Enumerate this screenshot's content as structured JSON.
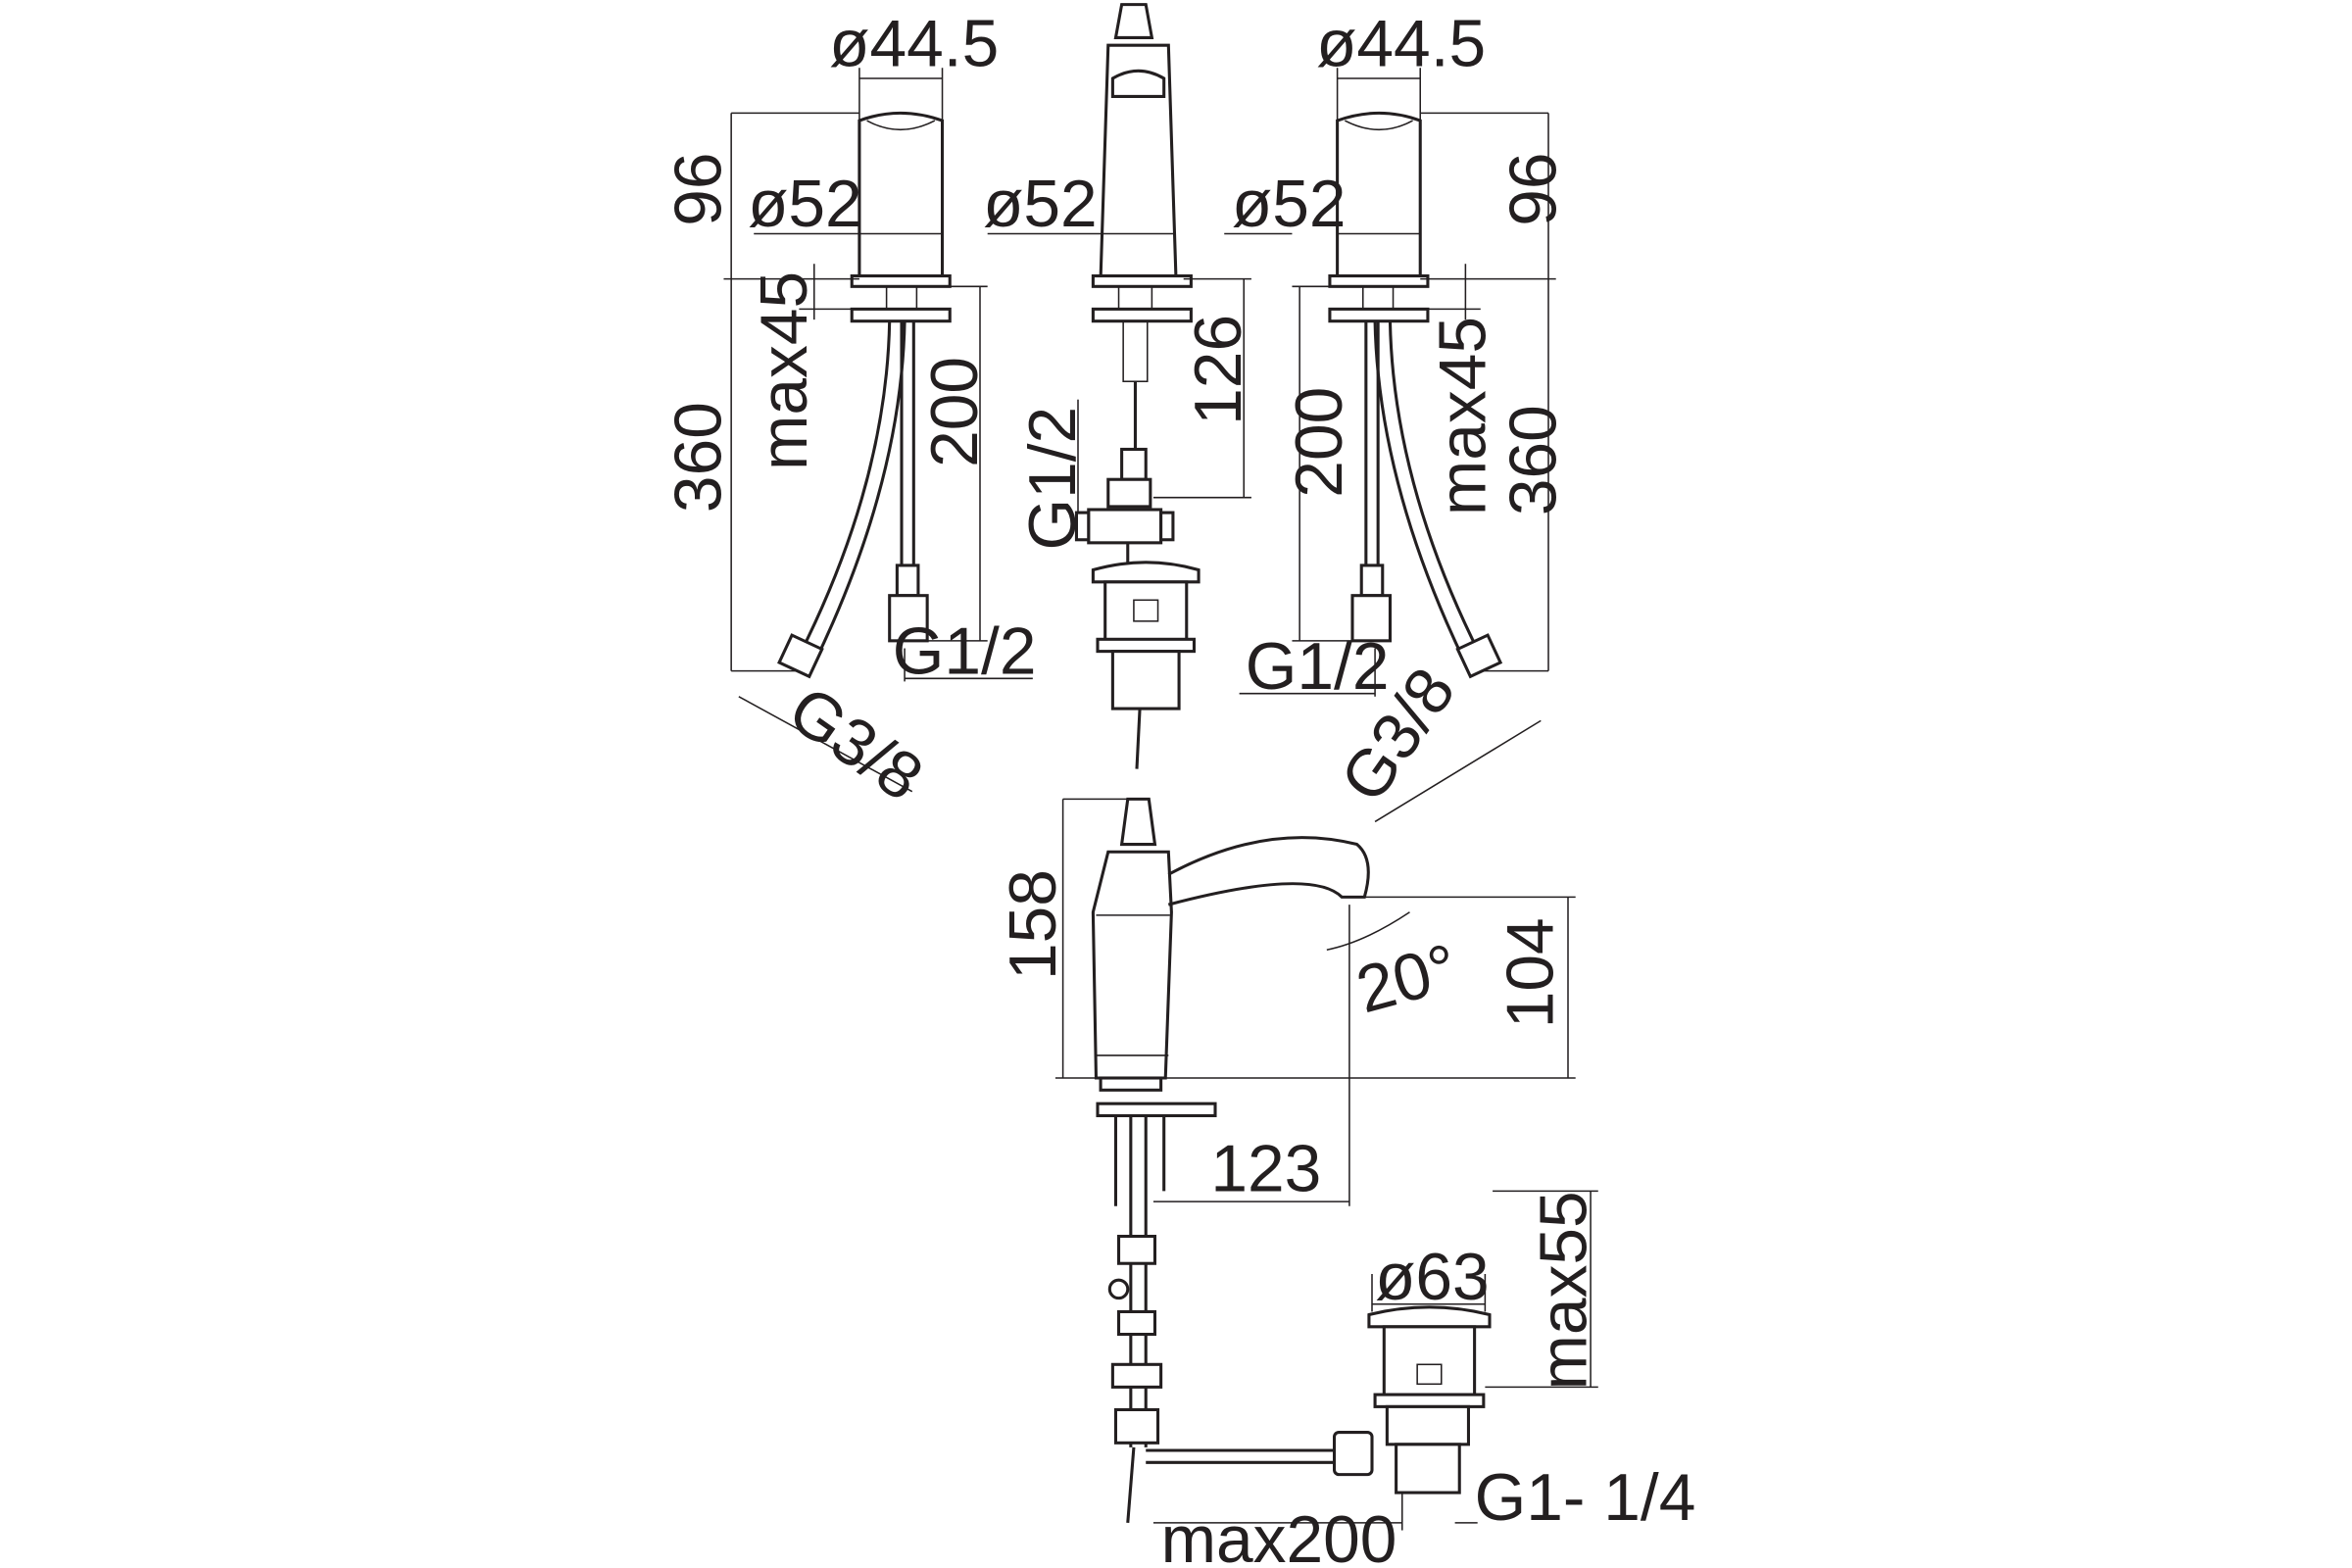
{
  "labels": {
    "left_top_diameter": "ø44.5",
    "left_height": "96",
    "left_base_diameter": "ø52",
    "left_max_thickness": "max45",
    "left_total": "360",
    "left_hose": "200",
    "left_g12": "G1/2",
    "left_g38": "G3/8",
    "center_base_diameter": "ø52",
    "center_depth": "126",
    "center_g12": "G1/2",
    "right_top_diameter": "ø44.5",
    "right_height": "96",
    "right_base_diameter": "ø52",
    "right_max_thickness": "max45",
    "right_total": "360",
    "right_hose": "200",
    "right_g12": "G1/2",
    "right_g38": "G3/8",
    "mixer_height": "158",
    "mixer_spout_height": "104",
    "mixer_angle": "20°",
    "mixer_reach": "123",
    "drain_diameter": "ø63",
    "drain_max": "max55",
    "drain_thread": "G1- 1/4",
    "rod_max": "max200"
  }
}
